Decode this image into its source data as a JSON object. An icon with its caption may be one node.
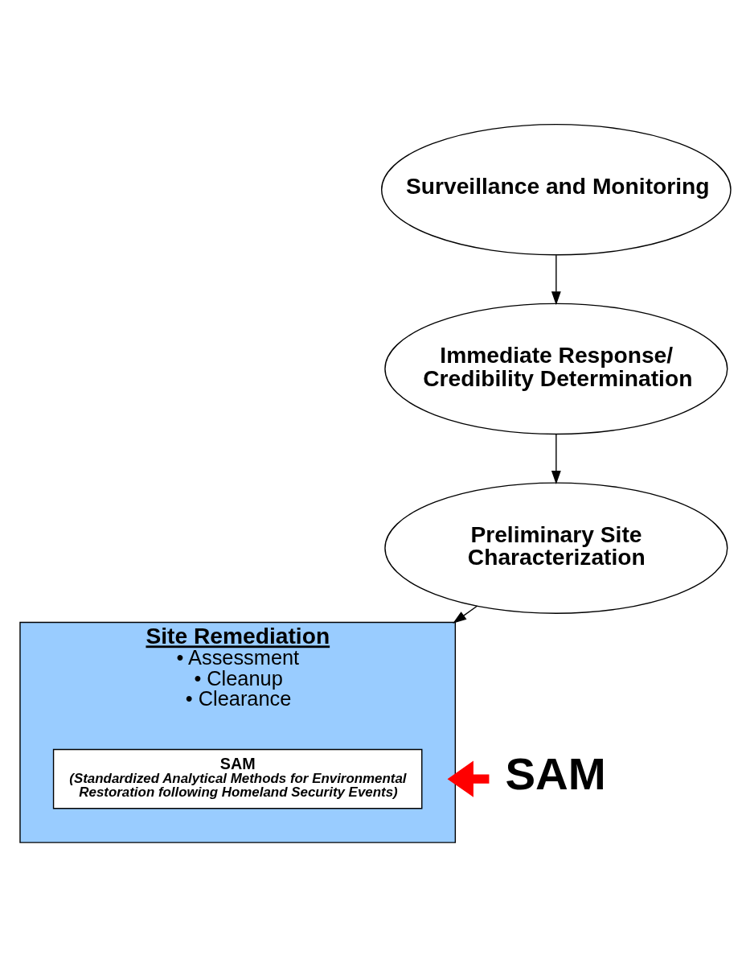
{
  "diagram": {
    "nodes": [
      {
        "text": [
          "Surveillance and Monitoring"
        ]
      },
      {
        "text": [
          "Immediate Response/ Credibility Determination"
        ]
      },
      {
        "text": [
          "Preliminary Site Characterization"
        ]
      },
      {
        "text": [
          "Site Remediation",
          "• Assessment",
          "• Cleanup",
          "• Clearance"
        ]
      },
      {
        "text": [
          "SAM",
          "(Standardized Analytical Methods for Environmental Restoration following Homeland Security Events)"
        ],
        "in": 3
      },
      {
        "text": [
          "SAM"
        ]
      }
    ],
    "edges": [
      {
        "from": 0,
        "to": 1,
        "arrow": "to"
      },
      {
        "from": 1,
        "to": 2,
        "arrow": "to"
      },
      {
        "from": 2,
        "to": 3,
        "arrow": "to"
      },
      {
        "from": 5,
        "to": 3,
        "arrow": "to",
        "style": "thick",
        "color": "#ff0000"
      }
    ]
  }
}
